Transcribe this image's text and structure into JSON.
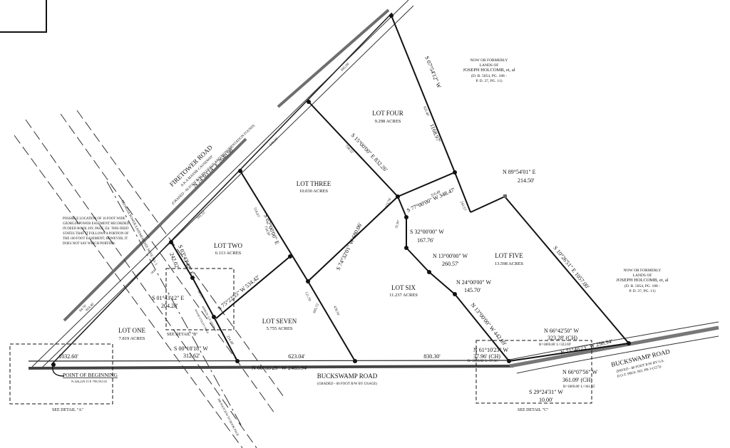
{
  "roads": {
    "firetower": {
      "name": "FIRETOWER ROAD",
      "aka": "A.K.A MASSIE CAUSEWAY",
      "sub": "(GRADED - 60 FOOT R/W BY USAGE AND MONUMENTATION FOUND)"
    },
    "buckswamp_main": {
      "name": "BUCKSWAMP ROAD",
      "sub": "(GRADED - 60 FOOT R/W BY USAGE)"
    },
    "buckswamp_east": {
      "name": "BUCKSWAMP ROAD",
      "sub1": "(PAVED - 80 FOOT R/W BY GA.",
      "sub2": "D.O.T. PROJ. NO. PR-1-(127))"
    }
  },
  "lots": [
    {
      "name": "LOT ONE",
      "acres": "7.819 ACRES"
    },
    {
      "name": "LOT TWO",
      "acres": "6.113 ACRES"
    },
    {
      "name": "LOT THREE",
      "acres": "10.030 ACRES"
    },
    {
      "name": "LOT FOUR",
      "acres": "9.298 ACRES"
    },
    {
      "name": "LOT FIVE",
      "acres": "13.598 ACRES"
    },
    {
      "name": "LOT SIX",
      "acres": "11.237 ACRES"
    },
    {
      "name": "LOT SEVEN",
      "acres": "5.755 ACRES"
    }
  ],
  "owners": {
    "north": {
      "l1": "NOW OR FORMERLY",
      "l2": "LANDS OF",
      "l3": "JOSEPH HOLCOMB, et, al",
      "l4": "(D. B. 5054, PG. 188 -",
      "l5": "P. D. 37, PG. 11)"
    },
    "east": {
      "l1": "NOW OR FORMERLY",
      "l2": "LANDS OF",
      "l3": "JOSEPH HOLCOMB, et, al",
      "l4": "(D. B. 5054, PG. 188 -",
      "l5": "P. D. 37, PG. 11)"
    }
  },
  "bearings": {
    "firetower_total": "N 74°03'14\" E 2640.98'",
    "firetower_645": "645.09'",
    "firetower_540": "540.00'",
    "firetower_541": "541.52'",
    "firetower_914": "914.46'",
    "buckswamp_total": "N 60°35'29\" W 2485.94'",
    "bs_1032": "1032.60'",
    "bs_623": "623.04'",
    "bs_830": "830.30'",
    "l4_east": "S 07°54'12\" W",
    "l4_east_len": "1168.97'",
    "l4_925": "925.40'",
    "l3_4": "S 15°00'00\" E 832.26'",
    "l3_4_b": "718.52'",
    "l3_4_c": "113.74'",
    "n89": "N 89°54'01\" E",
    "n89_len": "214.50'",
    "s77": "S 77°00'00\" W 348.47'",
    "s77_b": "316.49'",
    "s77_c": "31.97'",
    "l243": "243.57'",
    "s10": "S 10°26'51\" E 1057.00'",
    "s32": "S 32°00'00\" W",
    "s32_len": "167.76'",
    "n13": "N 13°00'00\" W",
    "n13_len": "260.57'",
    "n24": "N 24°00'00\" W",
    "n24_len": "145.70'",
    "n13b": "N 13°00'00\" W 442.69'",
    "s74": "S 74°32'01\" W 680.06'",
    "s02": "S 02°00'00\" E",
    "s02_b": "518.07'",
    "s02_c": "734.50'",
    "l121": "121.79'",
    "l605": "605.72'",
    "l479": "479.70'",
    "s75": "S 75°22'55\" W 534.42'",
    "s03": "S 03°43'42\" E",
    "s03_len": "242.02'",
    "s01": "S 01°43'12\" E",
    "s01_len": "204.28'",
    "s00": "S 00°18'18\" W",
    "s00_len": "312.62'",
    "l254": "254.49'",
    "l5613": "56.13'",
    "n61": "N 61°10'23\" W",
    "n61_ch": "37.96' (CH)",
    "n61_r": "R=1869.86' L=37.96'",
    "n66a": "N 66°42'50\" W",
    "n66a_ch": "323.28' (CH)",
    "n66a_r": "R=1869.86' L=323.69'",
    "n71": "N 71°40'23\" W 298.94'",
    "n66b": "N 66°07'56\" W",
    "n66b_ch": "361.09' (CH)",
    "n66b_r": "R=1869.86' L=361.65'",
    "s29": "S 29°24'31\" W",
    "s29_len": "10.00'",
    "l94": "94.76'"
  },
  "annotations": {
    "pob": "POINT OF BEGINNING",
    "pob_coords": "N 426,229.15 E 799,591.65",
    "detail_a": "SEE DETAIL \"A\"",
    "detail_b": "SEE DETAIL \"B\"",
    "detail_c": "SEE DETAIL \"C\"",
    "easement_note_1": "POSSIBLE LOCATION OF 10 FOOT WIDE",
    "easement_note_2": "GEORGIA POWER EASEMENT RECORDED",
    "easement_note_3": "IN DEED BOOK 28Y, PAGE 354. THIS DEED",
    "easement_note_4": "STATES THAT IT FOLLOWS A PORTION OF",
    "easement_note_5": "THE 100 FOOT EASEMENT; HOWEVER, IT",
    "easement_note_6": "DOES NOT SAY WHICH PORTION.",
    "gp_easement": "GEORGIA POWER EASEMENT SEE NOTE NO. 5",
    "row_line": "100 FOOT R/W TO BOOK PAGE",
    "approx_loc": "APPROX. LOCATION",
    "ug_util": "WOOD UTILITY POLE",
    "ser": "SER"
  }
}
